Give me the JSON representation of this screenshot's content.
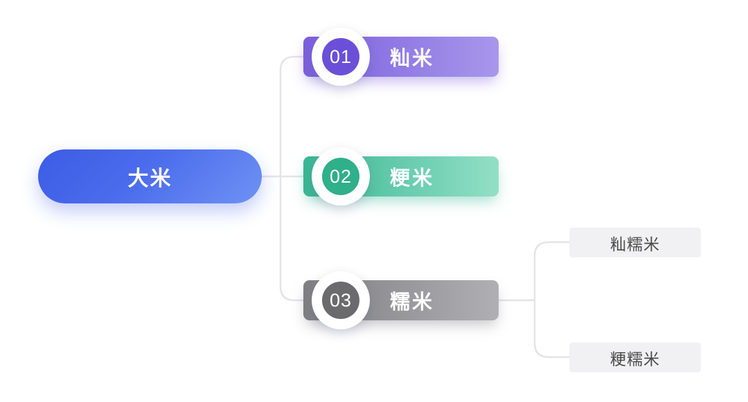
{
  "diagram": {
    "root": {
      "label": "大米"
    },
    "branches": [
      {
        "number": "01",
        "label": "籼米",
        "bar_start": "#7B5FDD",
        "bar_end": "#A897EB",
        "badge_color": "#6C4FD8"
      },
      {
        "number": "02",
        "label": "粳米",
        "bar_start": "#38B793",
        "bar_end": "#93DFC5",
        "badge_color": "#2FAF8A"
      },
      {
        "number": "03",
        "label": "糯米",
        "bar_start": "#7F7F82",
        "bar_end": "#AFAFB4",
        "badge_color": "#6B6B6E",
        "children": [
          {
            "label": "籼糯米"
          },
          {
            "label": "粳糯米"
          }
        ]
      }
    ],
    "colors": {
      "root_gradient_start": "#3C5CE4",
      "root_gradient_end": "#6E92F4",
      "connector": "#E4E4E8",
      "leaf_background": "#F1F1F3",
      "leaf_text": "#4A4A4A",
      "node_text": "#FFFFFF"
    }
  }
}
